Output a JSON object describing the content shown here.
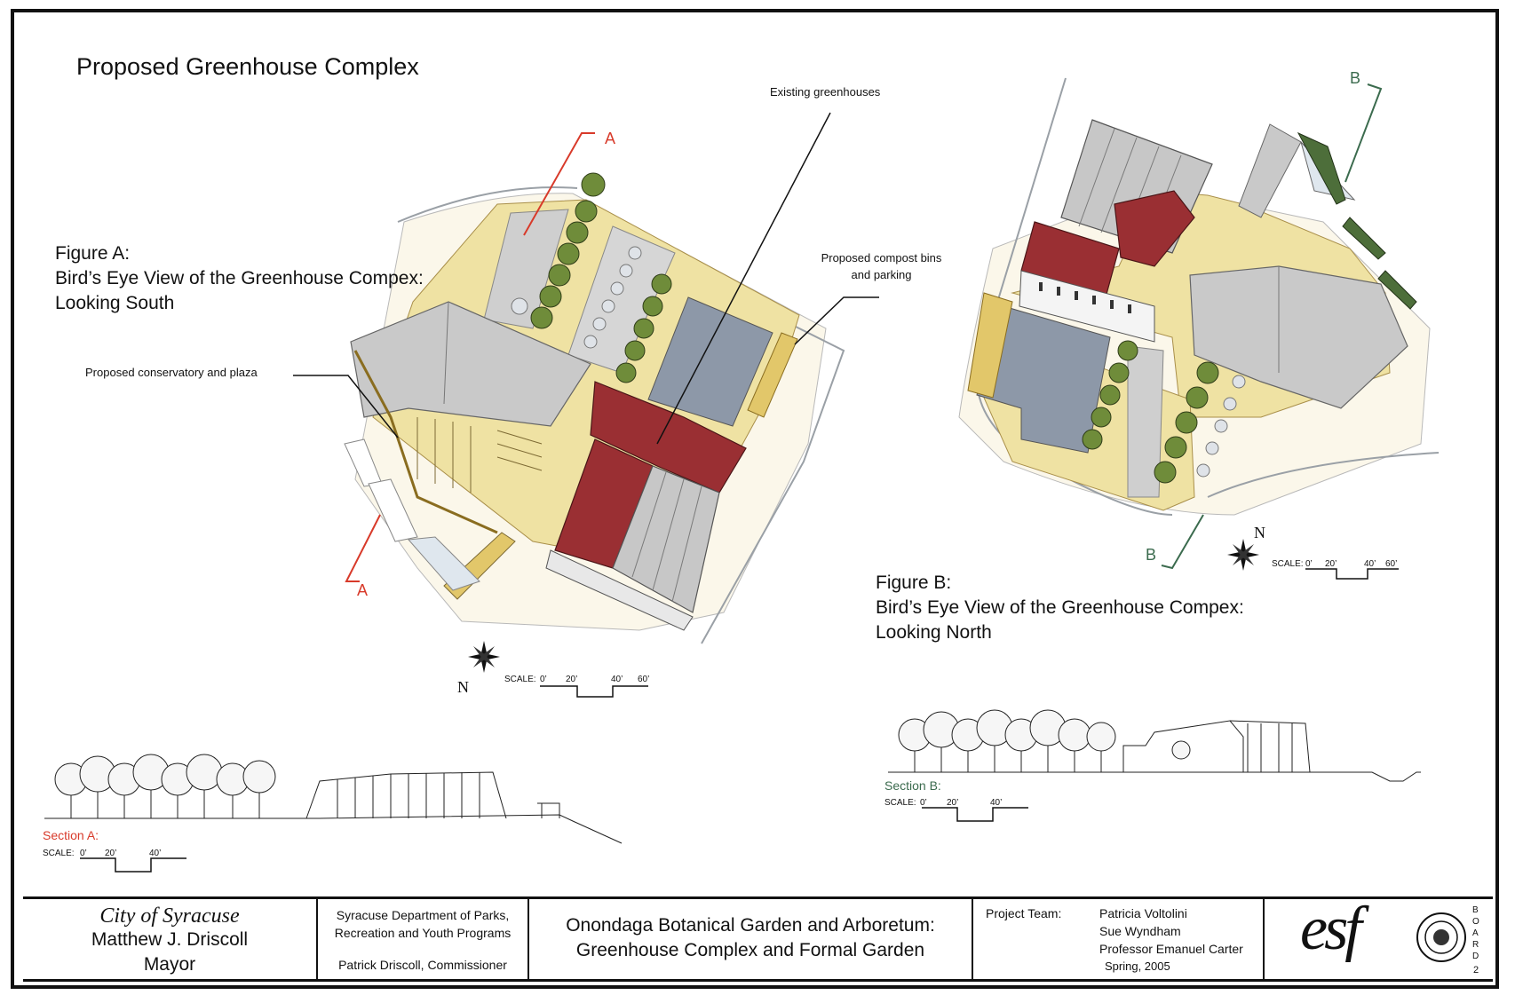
{
  "board_title": "Proposed Greenhouse Complex",
  "figure_a": {
    "label": "Figure A:",
    "line1": "Bird’s Eye View of the Greenhouse Compex:",
    "line2": "Looking South",
    "callout_conservatory": "Proposed conservatory and plaza",
    "section_marker": "A",
    "north": "N",
    "scale_label": "SCALE:",
    "scale_ticks": [
      "0’",
      "20’",
      "40’",
      "60’"
    ]
  },
  "figure_b": {
    "label": "Figure B:",
    "line1": "Bird’s Eye View of the Greenhouse Compex:",
    "line2": "Looking North",
    "section_marker": "B",
    "north": "N",
    "scale_label": "SCALE:",
    "scale_ticks": [
      "0’",
      "20’",
      "40’",
      "60’"
    ]
  },
  "callouts": {
    "existing_greenhouses": "Existing greenhouses",
    "compost_line1": "Proposed compost bins",
    "compost_line2": "and parking"
  },
  "section_a": {
    "label": "Section A:",
    "scale_label": "SCALE:",
    "scale_ticks": [
      "0’",
      "20’",
      "40’"
    ]
  },
  "section_b": {
    "label": "Section B:",
    "scale_label": "SCALE:",
    "scale_ticks": [
      "0’",
      "20’",
      "40’"
    ]
  },
  "title_block": {
    "city": "City of Syracuse",
    "mayor_name": "Matthew J. Driscoll",
    "mayor_title": "Mayor",
    "dept_line1": "Syracuse Department of  Parks,",
    "dept_line2": "Recreation and Youth Programs",
    "commissioner": "Patrick Driscoll, Commissioner",
    "project_line1": "Onondaga Botanical Garden and Arboretum:",
    "project_line2": "Greenhouse Complex and Formal Garden",
    "team_label": "Project Team:",
    "team": [
      "Patricia Voltolini",
      "Sue Wyndham",
      "Professor Emanuel Carter",
      "Spring,  2005"
    ],
    "logo_text": "esf",
    "board_vertical": "BOARD",
    "board_number": "2"
  },
  "colors": {
    "section_a_accent": "#d83a2a",
    "section_b_accent": "#3b6b4e",
    "plaza": "#efe2a3",
    "roof_red": "#9a2f33",
    "glass": "#c9c9c9",
    "parking": "#8d98a8",
    "tree": "#6f8c3a"
  }
}
